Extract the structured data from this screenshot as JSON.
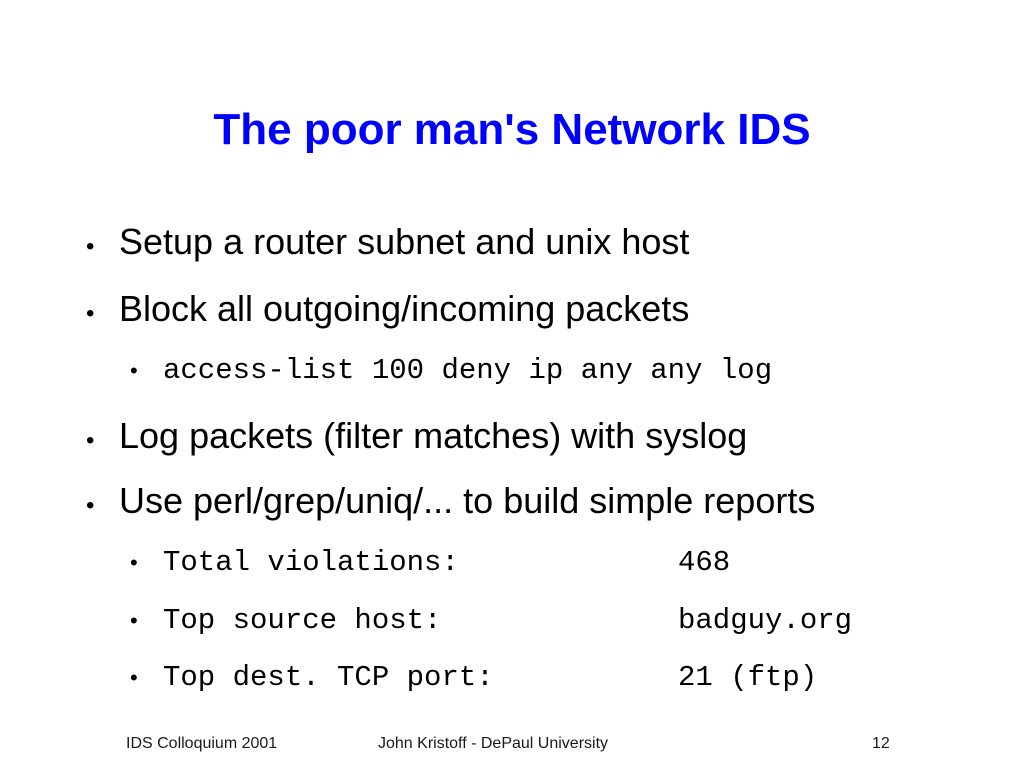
{
  "slide": {
    "title": "The poor man's Network IDS",
    "bullet_glyph": "•",
    "bullets": [
      {
        "text": "Setup a router subnet and unix host"
      },
      {
        "text": "Block all outgoing/incoming packets"
      },
      {
        "text": "access-list 100 deny ip any any log"
      },
      {
        "text": "Log packets (filter matches) with syslog"
      },
      {
        "text": "Use perl/grep/uniq/... to build simple reports"
      }
    ],
    "report": [
      {
        "label": "Total violations:",
        "value": "468"
      },
      {
        "label": "Top source host:",
        "value": "badguy.org"
      },
      {
        "label": "Top dest. TCP port:",
        "value": "21 (ftp)"
      }
    ]
  },
  "footer": {
    "left": "IDS Colloquium 2001",
    "center": "John Kristoff - DePaul University",
    "page_number": "12"
  },
  "colors": {
    "title": "#0000ff",
    "text": "#000000",
    "background": "#ffffff"
  }
}
